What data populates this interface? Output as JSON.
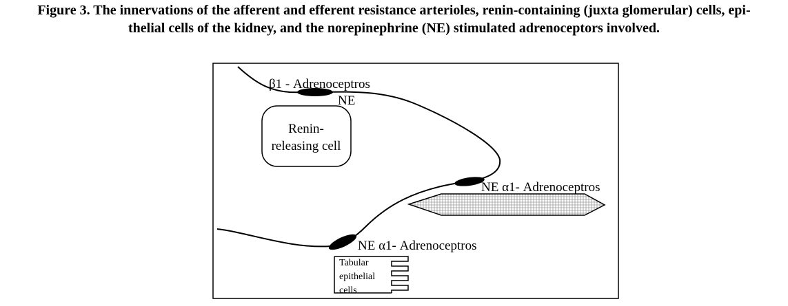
{
  "caption": {
    "line1": "Figure 3. The innervations of the afferent and efferent resistance arterioles, renin-containing (juxta glomerular) cells, epi-",
    "line2": "thelial cells of the kidney, and the norepinephrine (NE) stimulated adrenoceptors involved."
  },
  "diagram": {
    "beta_label": "β1 - Adrenoceptros",
    "ne_top": "NE",
    "renin_line1": "Renin-",
    "renin_line2": "releasing cell",
    "alpha_label_mid": "NE α1- Adrenoceptros",
    "alpha_label_bottom": "NE α1- Adrenoceptros",
    "tubular_line1": "Tabular",
    "tubular_line2": "epithelial",
    "tubular_line3": "cells"
  },
  "colors": {
    "ink": "#000000",
    "background": "#ffffff",
    "hatch": "#9a9a9a"
  }
}
